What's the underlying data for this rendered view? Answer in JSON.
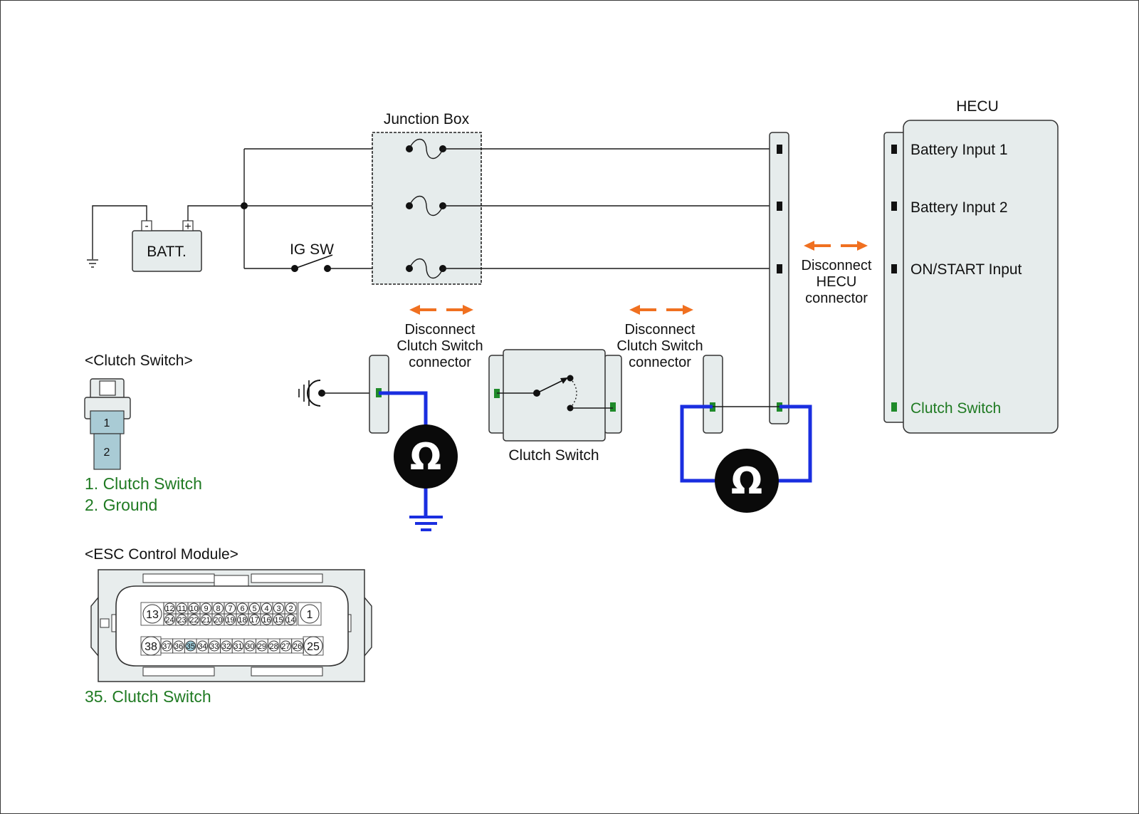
{
  "labels": {
    "junction_box": "Junction Box",
    "hecu": "HECU",
    "battery": "BATT.",
    "battery_neg": "-",
    "battery_pos": "+",
    "ig_sw": "IG SW",
    "clutch_switch_component": "Clutch Switch"
  },
  "disconnect_notes": {
    "clutch_left": [
      "Disconnect",
      "Clutch Switch",
      "connector"
    ],
    "clutch_right": [
      "Disconnect",
      "Clutch Switch",
      "connector"
    ],
    "hecu": [
      "Disconnect",
      "HECU",
      "connector"
    ]
  },
  "hecu_pins": [
    "Battery Input 1",
    "Battery Input 2",
    "ON/START Input",
    "Clutch Switch"
  ],
  "meter_symbol": "Ω",
  "clutch_switch_connector": {
    "title": "<Clutch Switch>",
    "pins": [
      "1",
      "2"
    ],
    "legend": [
      "1. Clutch Switch",
      "2. Ground"
    ]
  },
  "esc_module": {
    "title": "<ESC Control Module>",
    "row1_big": [
      "13",
      "1"
    ],
    "row1_small": [
      "12",
      "11",
      "10",
      "9",
      "8",
      "7",
      "6",
      "5",
      "4",
      "3",
      "2"
    ],
    "row2_small": [
      "24",
      "23",
      "22",
      "21",
      "20",
      "19",
      "18",
      "17",
      "16",
      "15",
      "14"
    ],
    "row3_big": [
      "38",
      "25"
    ],
    "row3_small": [
      "37",
      "36",
      "35",
      "34",
      "33",
      "32",
      "31",
      "30",
      "29",
      "28",
      "27",
      "26"
    ],
    "highlight_pin": "35",
    "legend": "35. Clutch Switch"
  },
  "colors": {
    "meter_wire": "#1a2ee0",
    "arrow": "#f07020",
    "green_text": "#1f7a22",
    "green_pin": "#1f8a2a",
    "highlight_pin": "#9cc9d6"
  }
}
